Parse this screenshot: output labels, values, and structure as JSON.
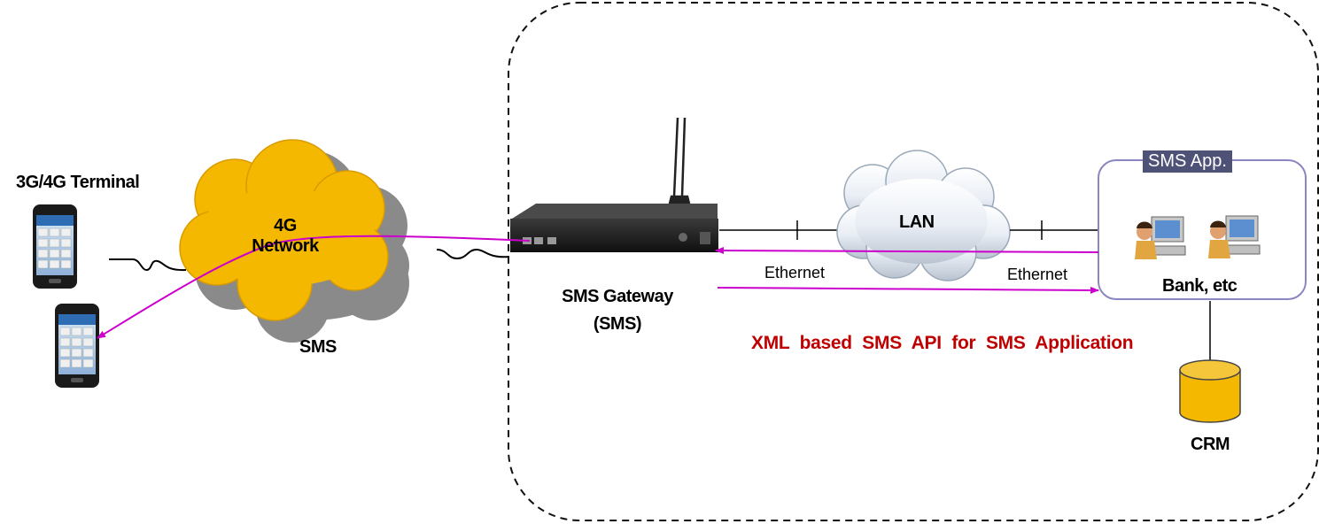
{
  "labels": {
    "terminal": "3G/4G Terminal",
    "network_line1": "4G",
    "network_line2": "Network",
    "sms_below_cloud": "SMS",
    "gateway_line1": "SMS Gateway",
    "gateway_line2": "(SMS)",
    "lan": "LAN",
    "ethernet_left": "Ethernet",
    "ethernet_right": "Ethernet",
    "app_title": "SMS App.",
    "bank": "Bank, etc",
    "api": "XML  based  SMS  API for SMS Application",
    "crm": "CRM"
  },
  "colors": {
    "cloud_4g": "#f5b800",
    "cloud_shadow": "#8a8a8a",
    "arrow": "#cc00cc",
    "api_text": "#c00000",
    "app_title_bg": "#4f5277",
    "app_box_border": "#8a86c0",
    "crm_cylinder": "#f5b800"
  },
  "icons": [
    "phone-icon",
    "phone-icon",
    "gateway-device-icon",
    "antenna-icon",
    "lan-cloud-icon",
    "user-computer-icon",
    "user-computer-icon",
    "database-icon"
  ]
}
